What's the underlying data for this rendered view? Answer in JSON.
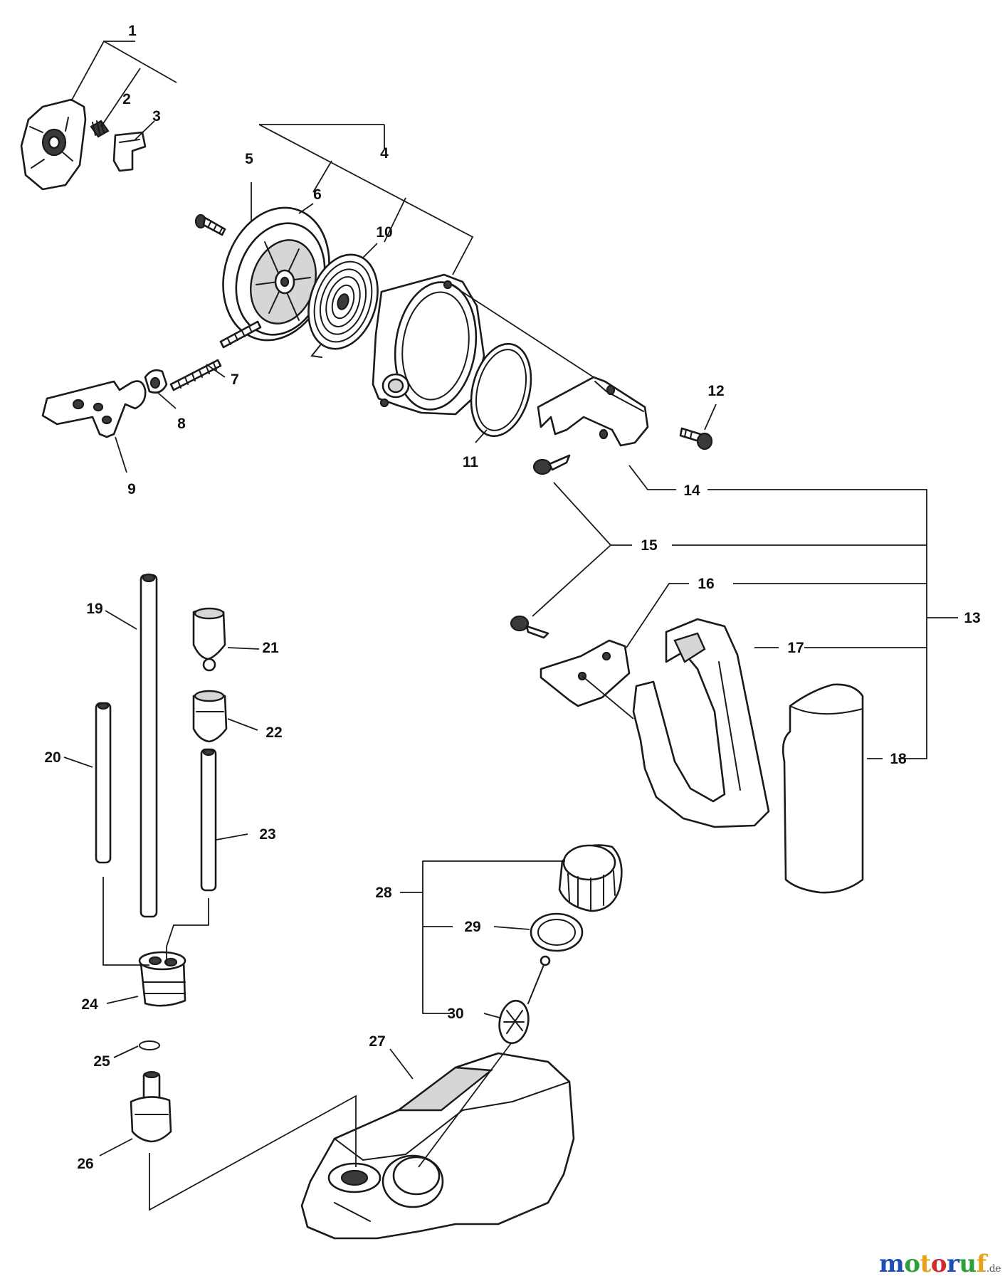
{
  "diagram": {
    "callouts": [
      "1",
      "2",
      "3",
      "4",
      "5",
      "6",
      "7",
      "8",
      "9",
      "10",
      "11",
      "12",
      "13",
      "14",
      "15",
      "16",
      "17",
      "18",
      "19",
      "20",
      "21",
      "22",
      "23",
      "24",
      "25",
      "26",
      "27",
      "28",
      "29",
      "30"
    ]
  },
  "watermark": {
    "text": "motoruf",
    "suffix": ".de",
    "colors": [
      "#1f4fb4",
      "#2aa036",
      "#e8a21a",
      "#d02a2a",
      "#1f4fb4",
      "#2aa036",
      "#e8a21a"
    ]
  }
}
